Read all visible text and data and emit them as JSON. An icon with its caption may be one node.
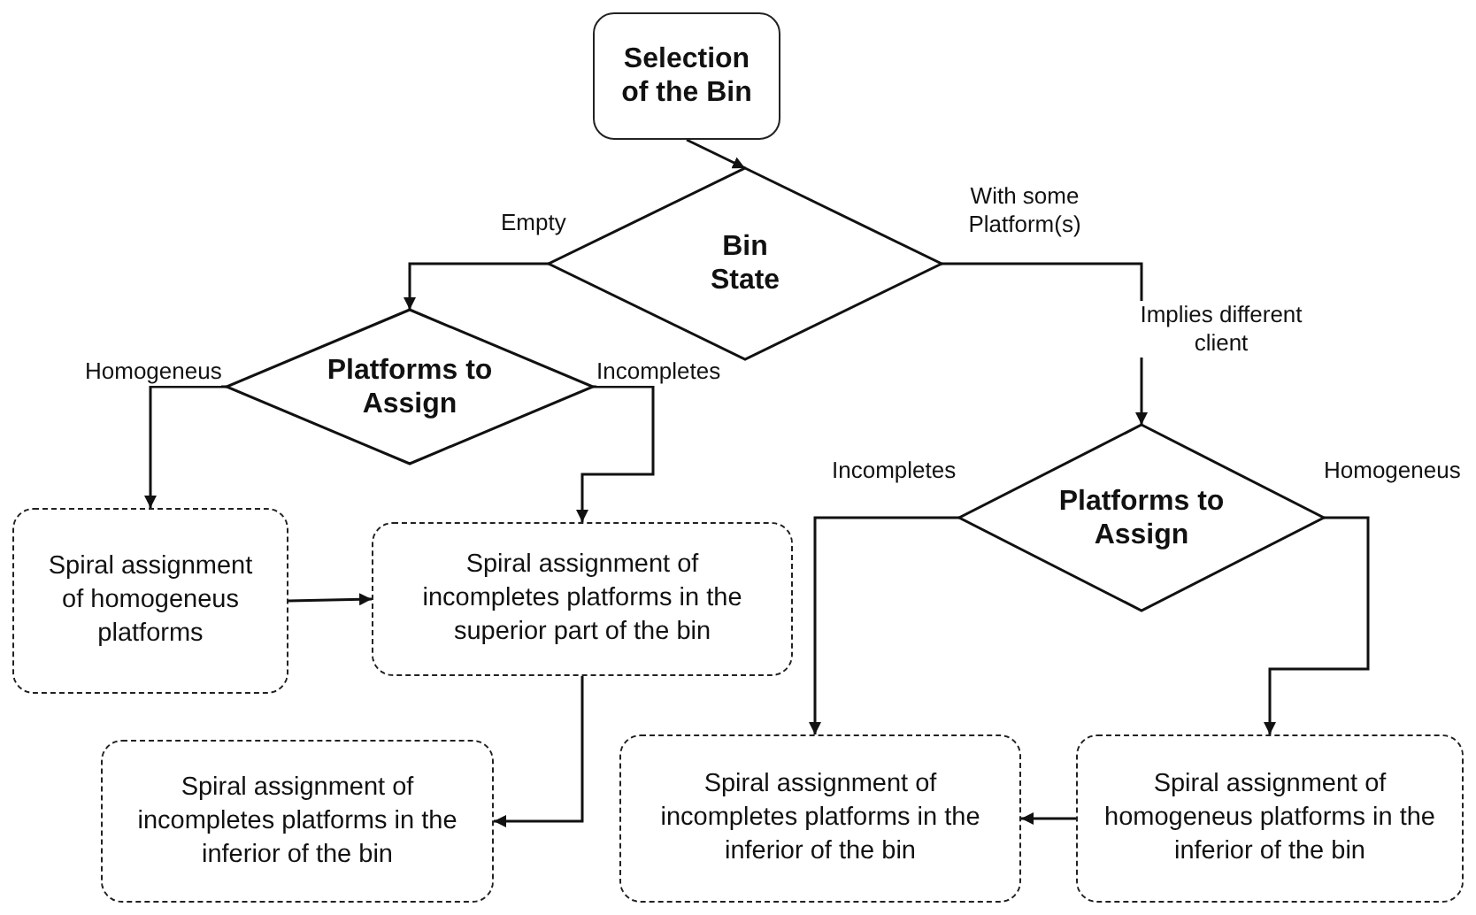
{
  "diagram": {
    "nodes": [
      {
        "text": [
          "Selection of the Bin"
        ]
      },
      {
        "text": [
          "Bin State"
        ]
      },
      {
        "text": [
          "Platforms to Assign"
        ]
      },
      {
        "text": [
          "Platforms to Assign"
        ]
      },
      {
        "text": [
          "Spiral assignment of homogeneus platforms"
        ]
      },
      {
        "text": [
          "Spiral assignment of incompletes platforms in the superior part of the bin"
        ]
      },
      {
        "text": [
          "Spiral assignment of incompletes platforms in the inferior of the bin"
        ]
      },
      {
        "text": [
          "Spiral assignment of incompletes platforms in the inferior of the bin"
        ]
      },
      {
        "text": [
          "Spiral assignment of homogeneus platforms in the inferior of the bin"
        ]
      }
    ],
    "edges": [
      {
        "from": 0,
        "to": 1,
        "arrow": "to"
      },
      {
        "from": 1,
        "to": 2,
        "arrow": "to",
        "label": "Empty"
      },
      {
        "from": 1,
        "to": 3,
        "arrow": "to",
        "label": "With some Platform(s)"
      },
      {
        "from": 2,
        "to": 4,
        "arrow": "to",
        "label": "Homogeneus"
      },
      {
        "from": 2,
        "to": 5,
        "arrow": "to",
        "label": "Incompletes"
      },
      {
        "from": 3,
        "to": 7,
        "arrow": "to",
        "label": "Incompletes"
      },
      {
        "from": 3,
        "to": 8,
        "arrow": "to",
        "label": "Homogeneus"
      },
      {
        "from": 4,
        "to": 5,
        "arrow": "to"
      },
      {
        "from": 5,
        "to": 6,
        "arrow": "to"
      },
      {
        "from": 8,
        "to": 7,
        "arrow": "to"
      }
    ],
    "labels": [
      "Implies different client"
    ]
  }
}
